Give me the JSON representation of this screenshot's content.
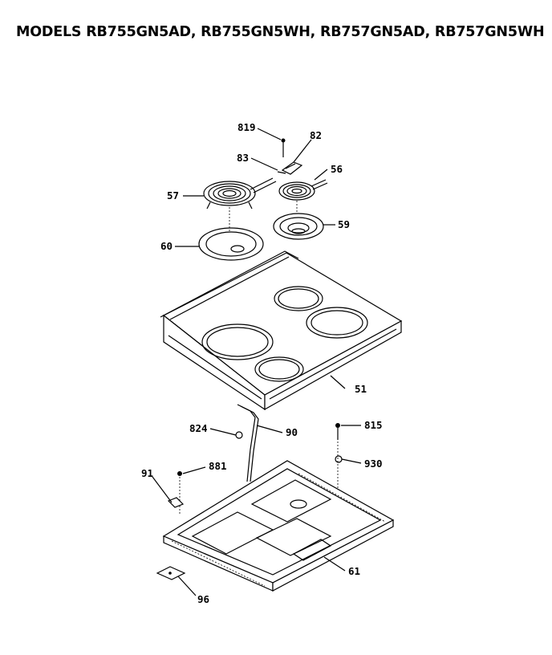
{
  "header": {
    "title": "MODELS RB755GN5AD, RB755GN5WH, RB757GN5AD, RB757GN5WH"
  },
  "callouts": {
    "p819": "819",
    "p82": "82",
    "p83": "83",
    "p56": "56",
    "p57": "57",
    "p59": "59",
    "p60": "60",
    "p51": "51",
    "p824": "824",
    "p90": "90",
    "p815": "815",
    "p930": "930",
    "p91": "91",
    "p881": "881",
    "p61": "61",
    "p96": "96"
  }
}
